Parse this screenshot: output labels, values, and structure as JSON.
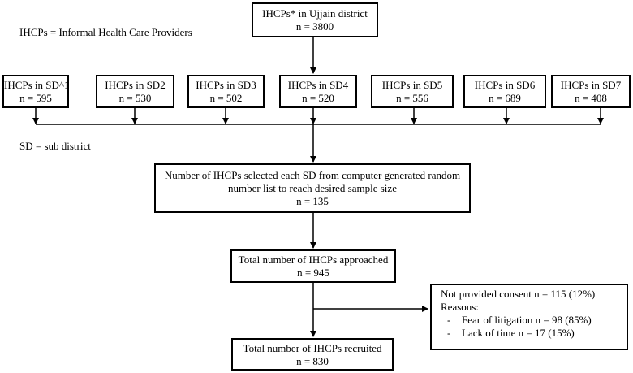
{
  "root": {
    "line1": "IHCPs* in Ujjain district",
    "line2": "n = 3800"
  },
  "legend_ihcp": "IHCPs = Informal Health Care Providers",
  "legend_sd": "SD = sub district",
  "subdistricts": [
    {
      "label": "IHCPs in SD^1",
      "n": "n = 595"
    },
    {
      "label": "IHCPs in SD2",
      "n": "n = 530"
    },
    {
      "label": "IHCPs in SD3",
      "n": "n = 502"
    },
    {
      "label": "IHCPs in SD4",
      "n": "n = 520"
    },
    {
      "label": "IHCPs in SD5",
      "n": "n = 556"
    },
    {
      "label": "IHCPs in SD6",
      "n": "n = 689"
    },
    {
      "label": "IHCPs in SD7",
      "n": "n = 408"
    }
  ],
  "selection": {
    "line1": "Number of IHCPs selected each SD from computer generated random",
    "line2": "number list to reach desired sample size",
    "line3": "n = 135"
  },
  "approached": {
    "line1": "Total number of IHCPs approached",
    "line2": "n = 945"
  },
  "exclusion": {
    "line1": "Not provided consent n = 115 (12%)",
    "line2": "Reasons:",
    "reasons": [
      {
        "dash": "-",
        "text": "Fear of litigation n = 98 (85%)"
      },
      {
        "dash": "-",
        "text": "Lack of time n = 17 (15%)"
      }
    ]
  },
  "recruited": {
    "line1": "Total number of IHCPs recruited",
    "line2": "n = 830"
  }
}
